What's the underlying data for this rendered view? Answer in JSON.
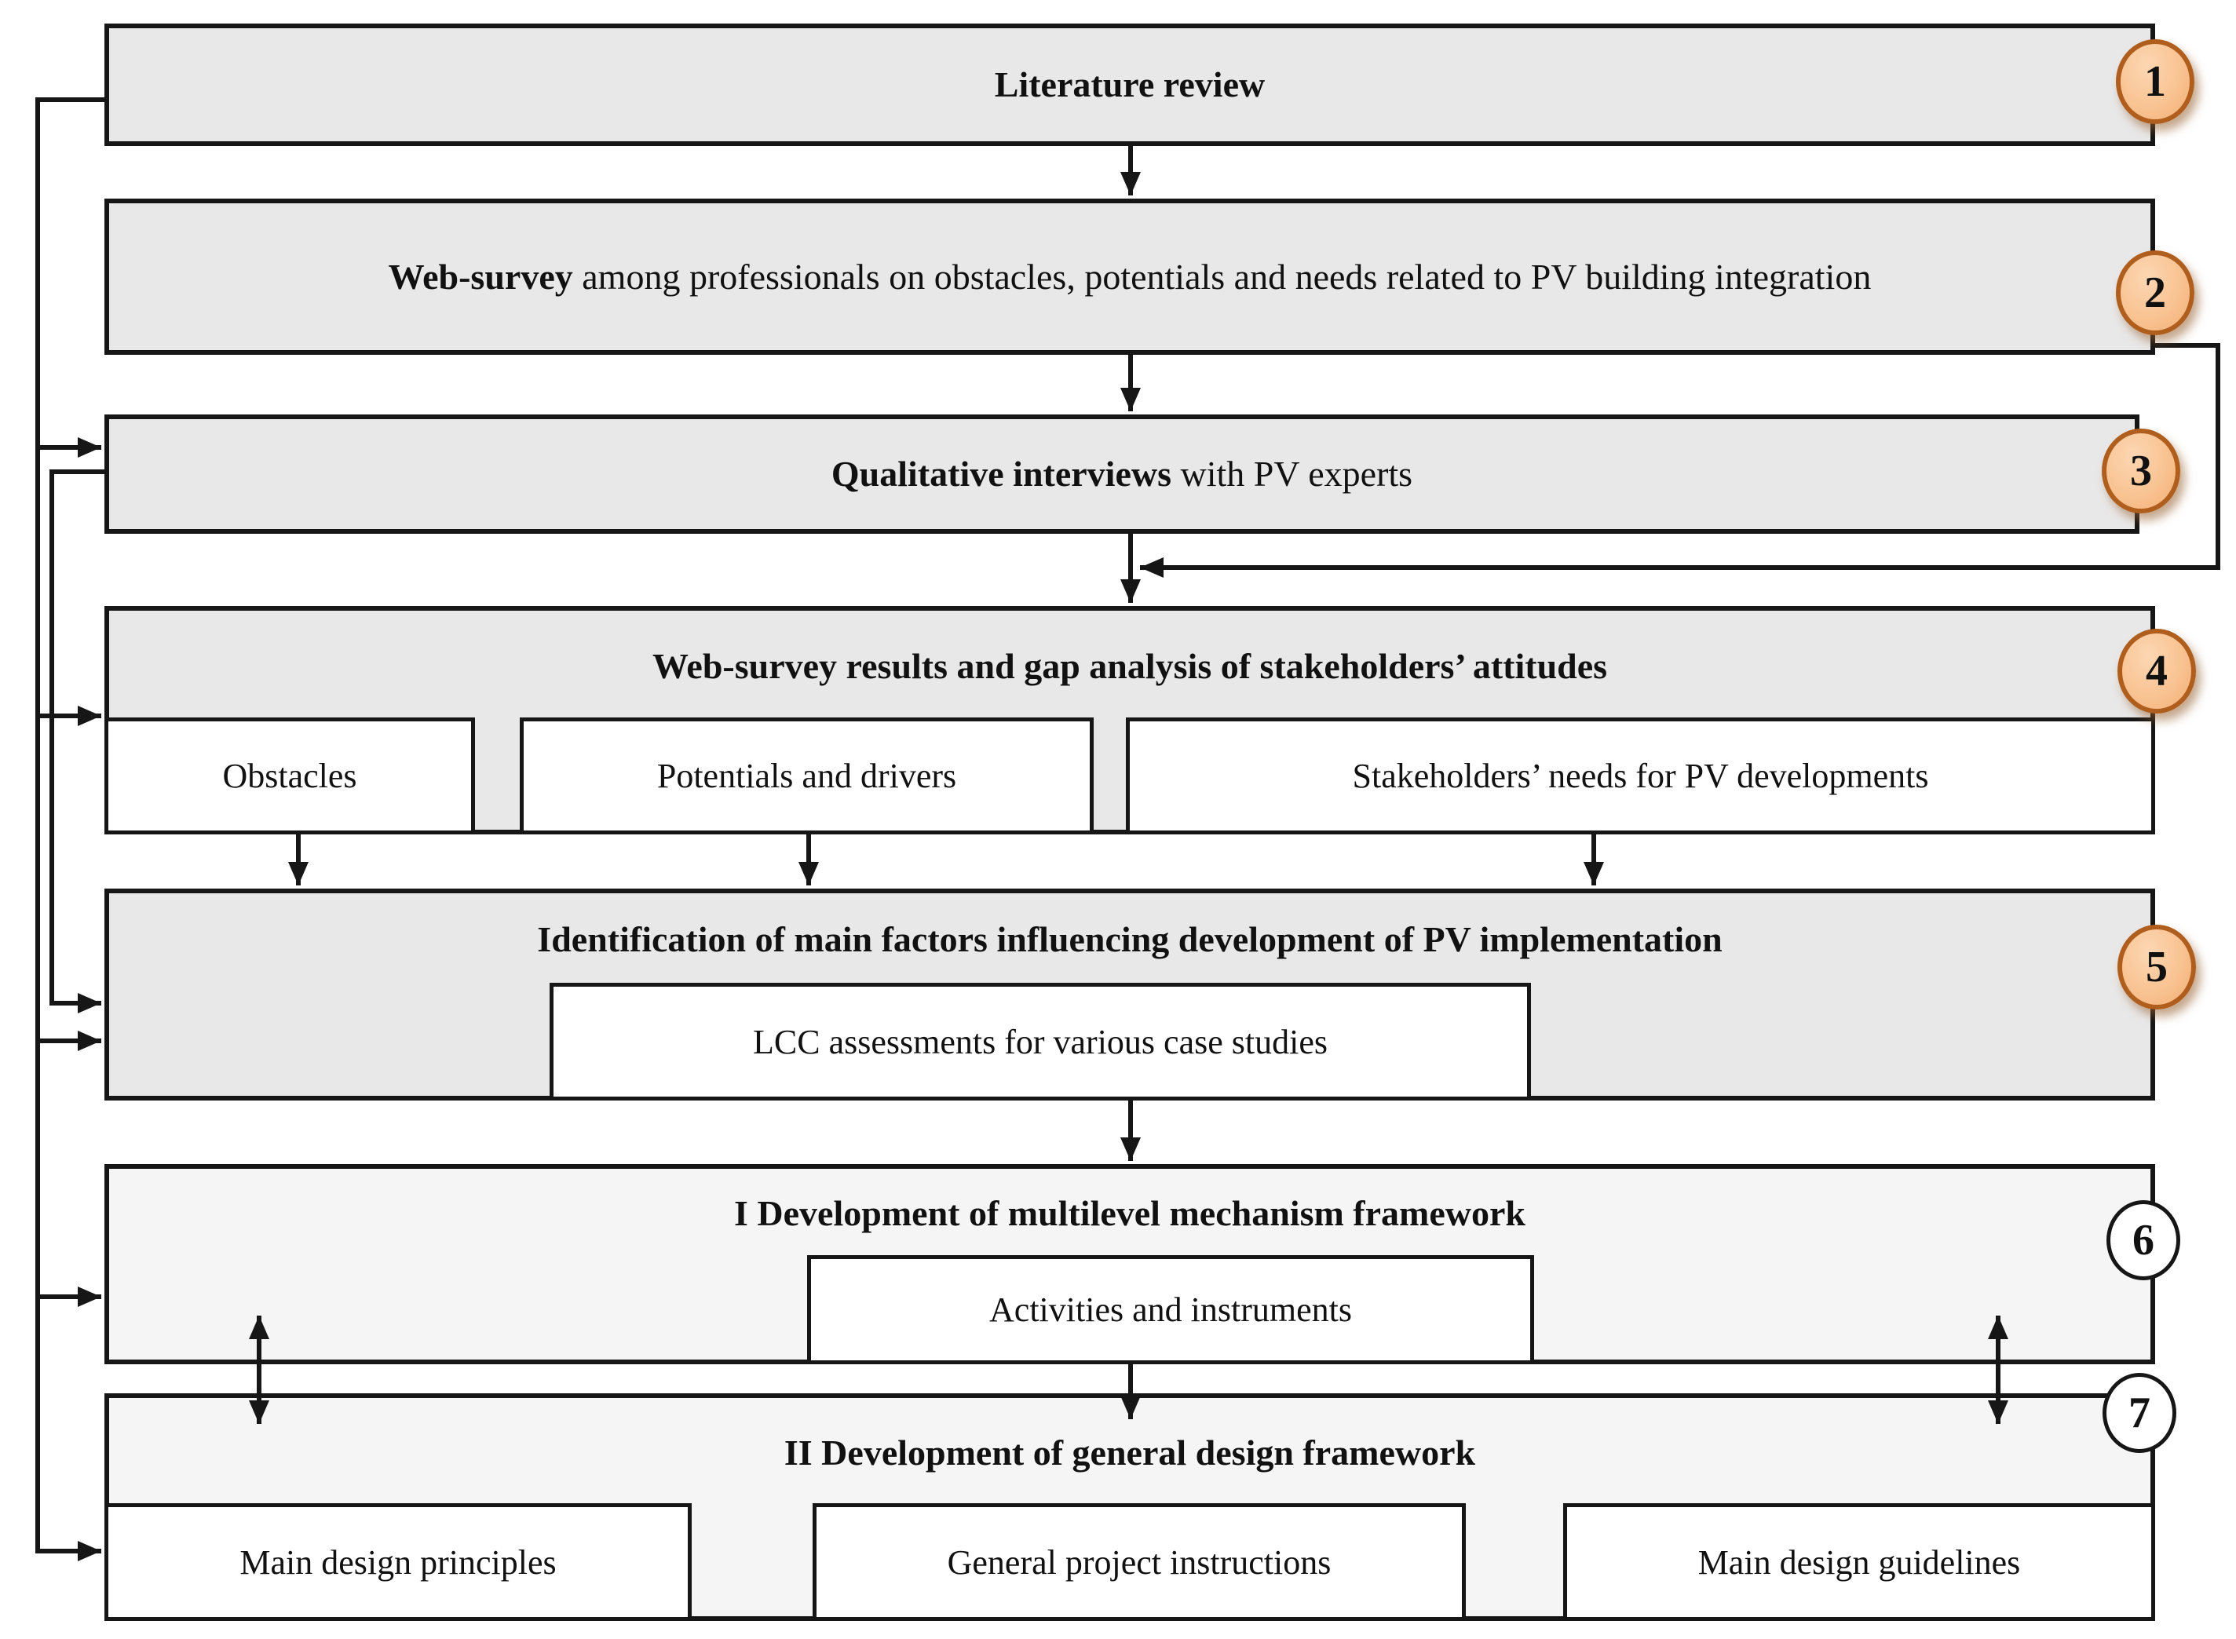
{
  "figure": {
    "kind": "research-methodology-flowchart",
    "colors": {
      "step_box_fill": "#e9e8e8",
      "framework_box_fill": "#f5f5f5",
      "sub_box_fill": "#ffffff",
      "border": "#161616",
      "connector": "#161616",
      "badge_orange_fill": "#f9c392",
      "badge_orange_border": "#b05e1e",
      "badge_white_fill": "#ffffff",
      "badge_white_border": "#161616"
    },
    "boxes": [
      {
        "badge": "1",
        "badge_style": "orange",
        "title_bold": "Literature review",
        "title_rest": ""
      },
      {
        "badge": "2",
        "badge_style": "orange",
        "title_bold": "Web-survey",
        "title_rest": " among professionals on obstacles, potentials and needs related to PV building integration"
      },
      {
        "badge": "3",
        "badge_style": "orange",
        "title_bold": "Qualitative interviews",
        "title_rest": " with PV experts"
      },
      {
        "badge": "4",
        "badge_style": "orange",
        "title_bold": "Web-survey results and gap analysis of stakeholders’ attitudes",
        "title_rest": "",
        "children": [
          "Obstacles",
          "Potentials and drivers",
          "Stakeholders’ needs for PV developments"
        ]
      },
      {
        "badge": "5",
        "badge_style": "orange",
        "title_bold": "Identification of main factors influencing development of PV implementation",
        "title_rest": "",
        "children": [
          "LCC assessments for various case studies"
        ]
      },
      {
        "badge": "6",
        "badge_style": "white",
        "title_bold": "I Development of multilevel mechanism framework",
        "title_rest": "",
        "children": [
          "Activities and instruments"
        ]
      },
      {
        "badge": "7",
        "badge_style": "white",
        "title_bold": "II Development of general design framework",
        "title_rest": "",
        "children": [
          "Main design principles",
          "General project instructions",
          "Main design guidelines"
        ]
      }
    ]
  }
}
